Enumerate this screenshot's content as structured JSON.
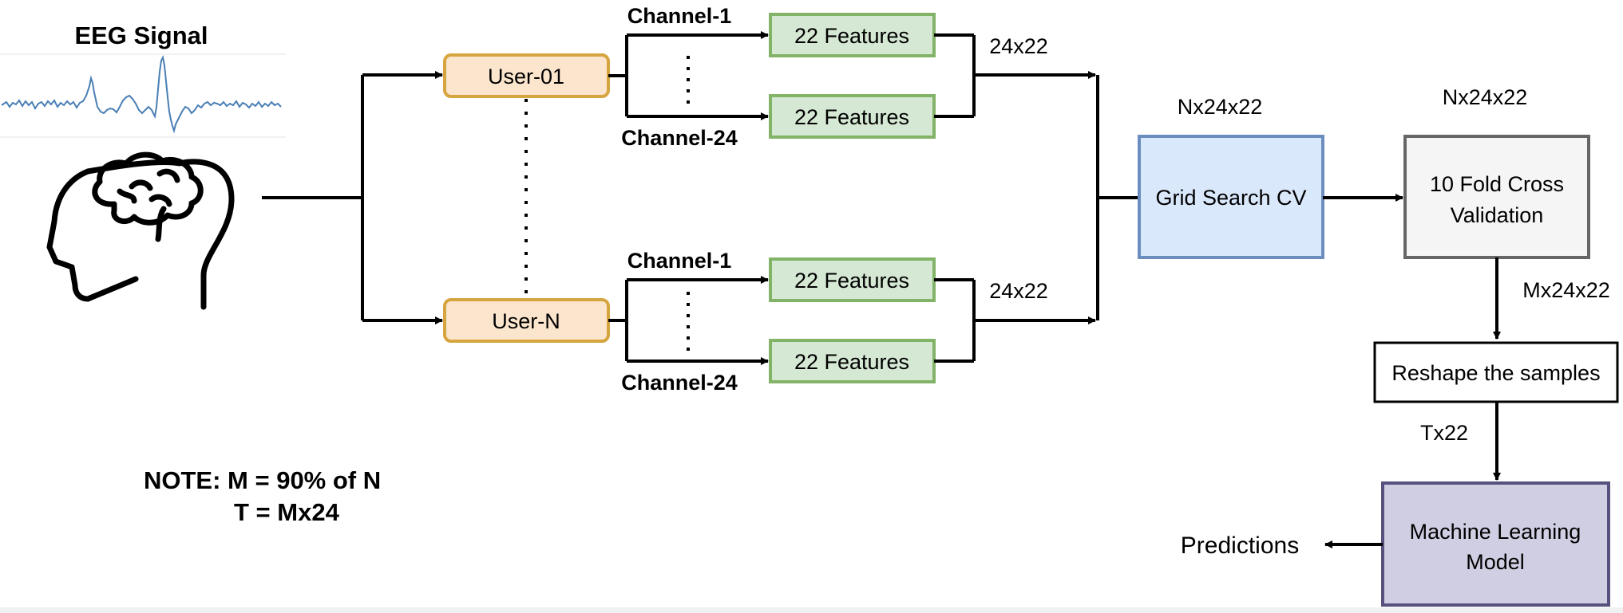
{
  "eeg": {
    "title": "EEG Signal",
    "signal_color": "#4a7fb5"
  },
  "users": {
    "first": "User-01",
    "last": "User-N"
  },
  "channels": {
    "first": "Channel-1",
    "last": "Channel-24"
  },
  "features": {
    "label": "22 Features"
  },
  "dims": {
    "per_user": "24x22",
    "grid_in": "Nx24x22",
    "cv_in": "Nx24x22",
    "cv_out": "Mx24x22",
    "reshape_out": "Tx22"
  },
  "nodes": {
    "grid": "Grid Search CV",
    "cv_line1": "10 Fold Cross",
    "cv_line2": "Validation",
    "reshape": "Reshape the samples",
    "ml_line1": "Machine Learning",
    "ml_line2": "Model",
    "predictions": "Predictions"
  },
  "note": {
    "line1": "NOTE: M = 90% of N",
    "line2": "T = Mx24"
  },
  "colors": {
    "user_fill": "#fce5cd",
    "user_stroke": "#d6a53f",
    "feature_fill": "#d5e8d4",
    "feature_stroke": "#82b366",
    "grid_fill": "#dae8fc",
    "grid_stroke": "#6c8ebf",
    "cv_fill": "#f5f5f5",
    "cv_stroke": "#666666",
    "ml_fill": "#d0cee2",
    "ml_stroke": "#56517e"
  }
}
